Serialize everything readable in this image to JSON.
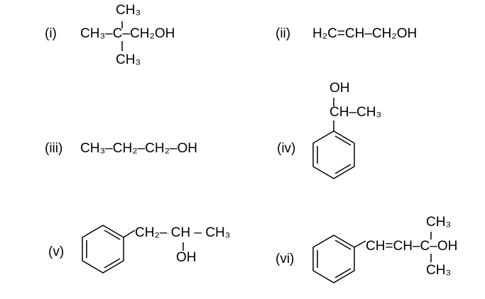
{
  "compounds": [
    {
      "label": "(i)",
      "top": "CH₃",
      "main": "CH₃–C–CH₂OH",
      "bottom": "CH₃"
    },
    {
      "label": "(ii)",
      "main": "H₂C=CH–CH₂OH"
    },
    {
      "label": "(iii)",
      "main": "CH₃–CH₂–CH₂–OH"
    },
    {
      "label": "(iv)",
      "top": "OH",
      "main": "CH–CH₃"
    },
    {
      "label": "(v)",
      "main": "CH₂– CH – CH₃",
      "bottom": "OH"
    },
    {
      "label": "(vi)",
      "top": "CH₃",
      "main": "CH=CH–C–OH",
      "bottom": "CH₃"
    }
  ]
}
